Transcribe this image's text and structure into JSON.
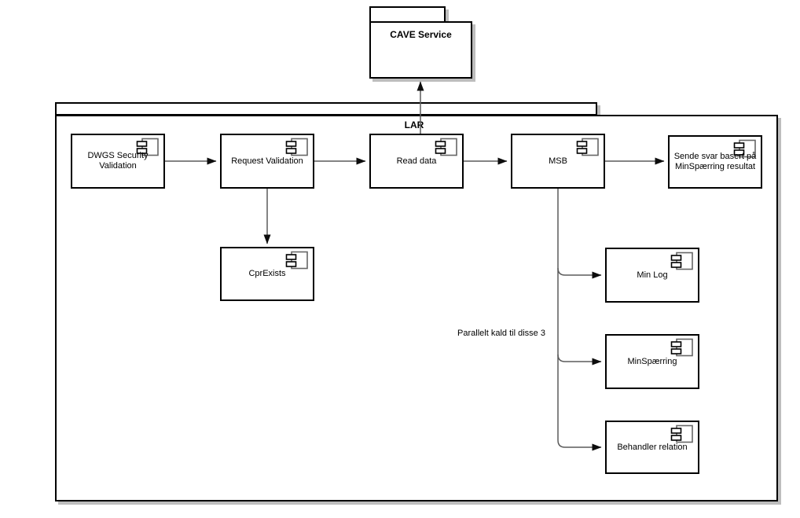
{
  "diagram": {
    "type": "uml-component-diagram",
    "packages": [
      {
        "id": "cave-service",
        "label": "CAVE Service"
      },
      {
        "id": "lar",
        "label": "LAR"
      }
    ],
    "components": [
      {
        "id": "dwgs-security-validation",
        "label": "DWGS Security Validation"
      },
      {
        "id": "request-validation",
        "label": "Request Validation"
      },
      {
        "id": "read-data",
        "label": "Read data"
      },
      {
        "id": "msb",
        "label": "MSB"
      },
      {
        "id": "sende-svar",
        "label": "Sende svar basert på MinSpærring resultat"
      },
      {
        "id": "cpr-exists",
        "label": "CprExists"
      },
      {
        "id": "min-log",
        "label": "Min Log"
      },
      {
        "id": "min-spaerring",
        "label": "MinSpærring"
      },
      {
        "id": "behandler-relation",
        "label": "Behandler relation"
      }
    ],
    "connections": [
      {
        "from": "dwgs-security-validation",
        "to": "request-validation"
      },
      {
        "from": "request-validation",
        "to": "read-data"
      },
      {
        "from": "read-data",
        "to": "msb"
      },
      {
        "from": "msb",
        "to": "sende-svar"
      },
      {
        "from": "request-validation",
        "to": "cpr-exists"
      },
      {
        "from": "read-data",
        "to": "cave-service"
      },
      {
        "from": "msb",
        "to": "min-log"
      },
      {
        "from": "msb",
        "to": "min-spaerring"
      },
      {
        "from": "msb",
        "to": "behandler-relation"
      }
    ],
    "annotation": "Parallelt kald til disse 3",
    "colors": {
      "background": "#ffffff",
      "shape_border": "#000000",
      "connector": "#5b5b5b",
      "arrowhead": "#0d0d0d",
      "icon_outline": "#666666",
      "shadow": "#bdbdbd"
    }
  }
}
